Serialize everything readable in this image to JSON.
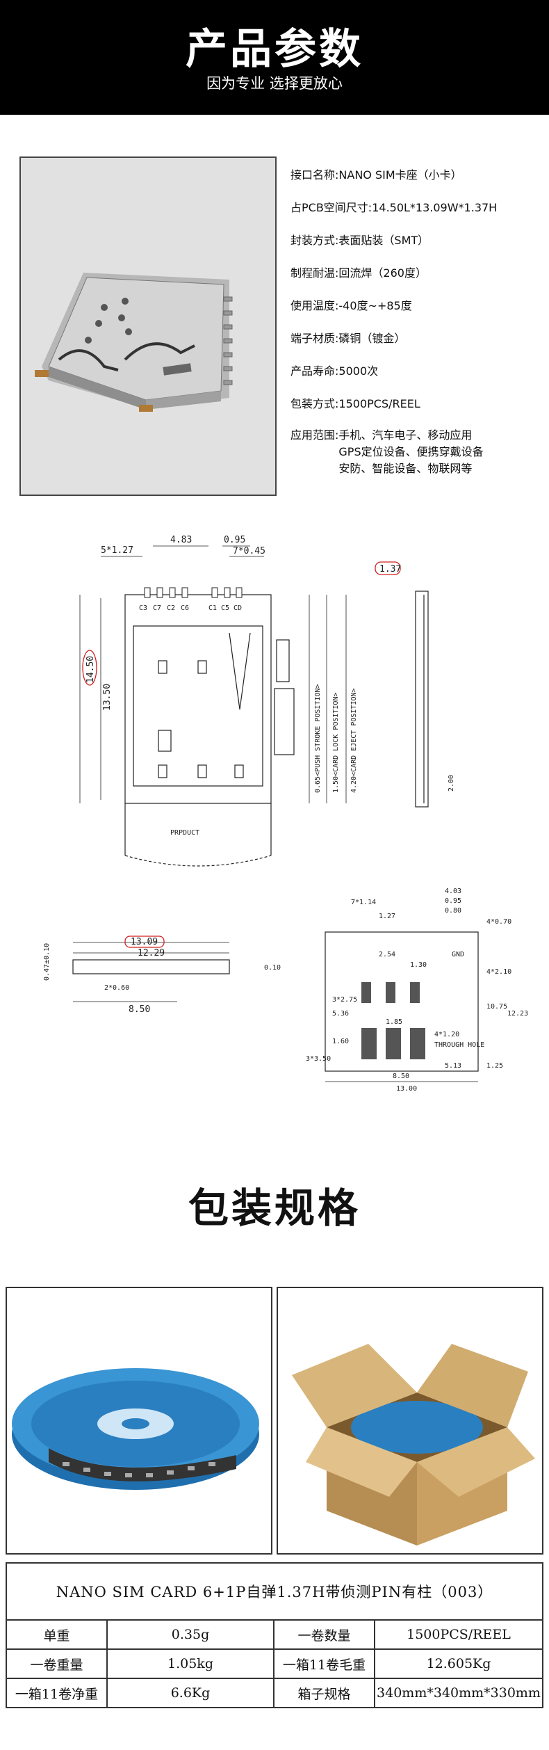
{
  "header": {
    "title": "产品参数",
    "subtitle": "因为专业 选择更放心"
  },
  "specs": [
    {
      "k": "接口名称:",
      "v": "NANO SIM卡座（小卡）"
    },
    {
      "k": "占PCB空间尺寸:",
      "v": "14.50L*13.09W*1.37H"
    },
    {
      "k": "封装方式:",
      "v": "表面贴装（SMT）"
    },
    {
      "k": "制程耐温:",
      "v": "回流焊（260度）"
    },
    {
      "k": "使用温度:",
      "v": "-40度~+85度"
    },
    {
      "k": "端子材质:",
      "v": "磷铜（镀金）"
    },
    {
      "k": "产品寿命:",
      "v": "5000次"
    },
    {
      "k": "包装方式:",
      "v": "1500PCS/REEL"
    }
  ],
  "application": {
    "k": "应用范围:",
    "lines": [
      "手机、汽车电子、移动应用",
      "GPS定位设备、便携穿戴设备",
      "安防、智能设备、物联网等"
    ]
  },
  "drawing": {
    "top_dims": [
      "5*1.27",
      "4.83",
      "0.95",
      "7*0.45",
      "1.37"
    ],
    "pins": [
      "C3",
      "C7",
      "C2",
      "C6",
      "C1",
      "C5",
      "CD"
    ],
    "side_dims": [
      "14.50",
      "13.50"
    ],
    "positions": [
      "0.65<PUSH STROKE POSITION>",
      "1.50<CARD LOCK POSITION>",
      "4.20<CARD EJECT POSITION>"
    ],
    "right_dim": "2.00",
    "product_mark": "PRPDUCT",
    "front_dims": [
      "0.47±0.10",
      "13.09",
      "12.29",
      "2*0.60",
      "8.50",
      "0.10"
    ],
    "pcb_dims": [
      "7*1.14",
      "1.27",
      "4.03",
      "0.95",
      "0.80",
      "4*0.70",
      "2.54",
      "1.30",
      "GND",
      "4*2.10",
      "3*2.75",
      "5.36",
      "1.85",
      "10.75",
      "12.23",
      "1.60",
      "3*3.50",
      "4*1.20",
      "THROUGH HOLE",
      "8.50",
      "5.13",
      "1.25",
      "13.00"
    ]
  },
  "packaging": {
    "title": "包装规格",
    "table": {
      "caption": "NANO SIM CARD 6+1P自弹1.37H带侦测PIN有柱（003）",
      "rows": [
        [
          "单重",
          "0.35g",
          "一卷数量",
          "1500PCS/REEL"
        ],
        [
          "一卷重量",
          "1.05kg",
          "一箱11卷毛重",
          "12.605Kg"
        ],
        [
          "一箱11卷净重",
          "6.6Kg",
          "箱子规格",
          "340mm*340mm*330mm"
        ]
      ]
    }
  },
  "colors": {
    "header_bg": "#000000",
    "photo_bg": "#e1e1e1",
    "reel": "#2e86c8",
    "box": "#c9a46a",
    "highlight": "#d02020"
  }
}
